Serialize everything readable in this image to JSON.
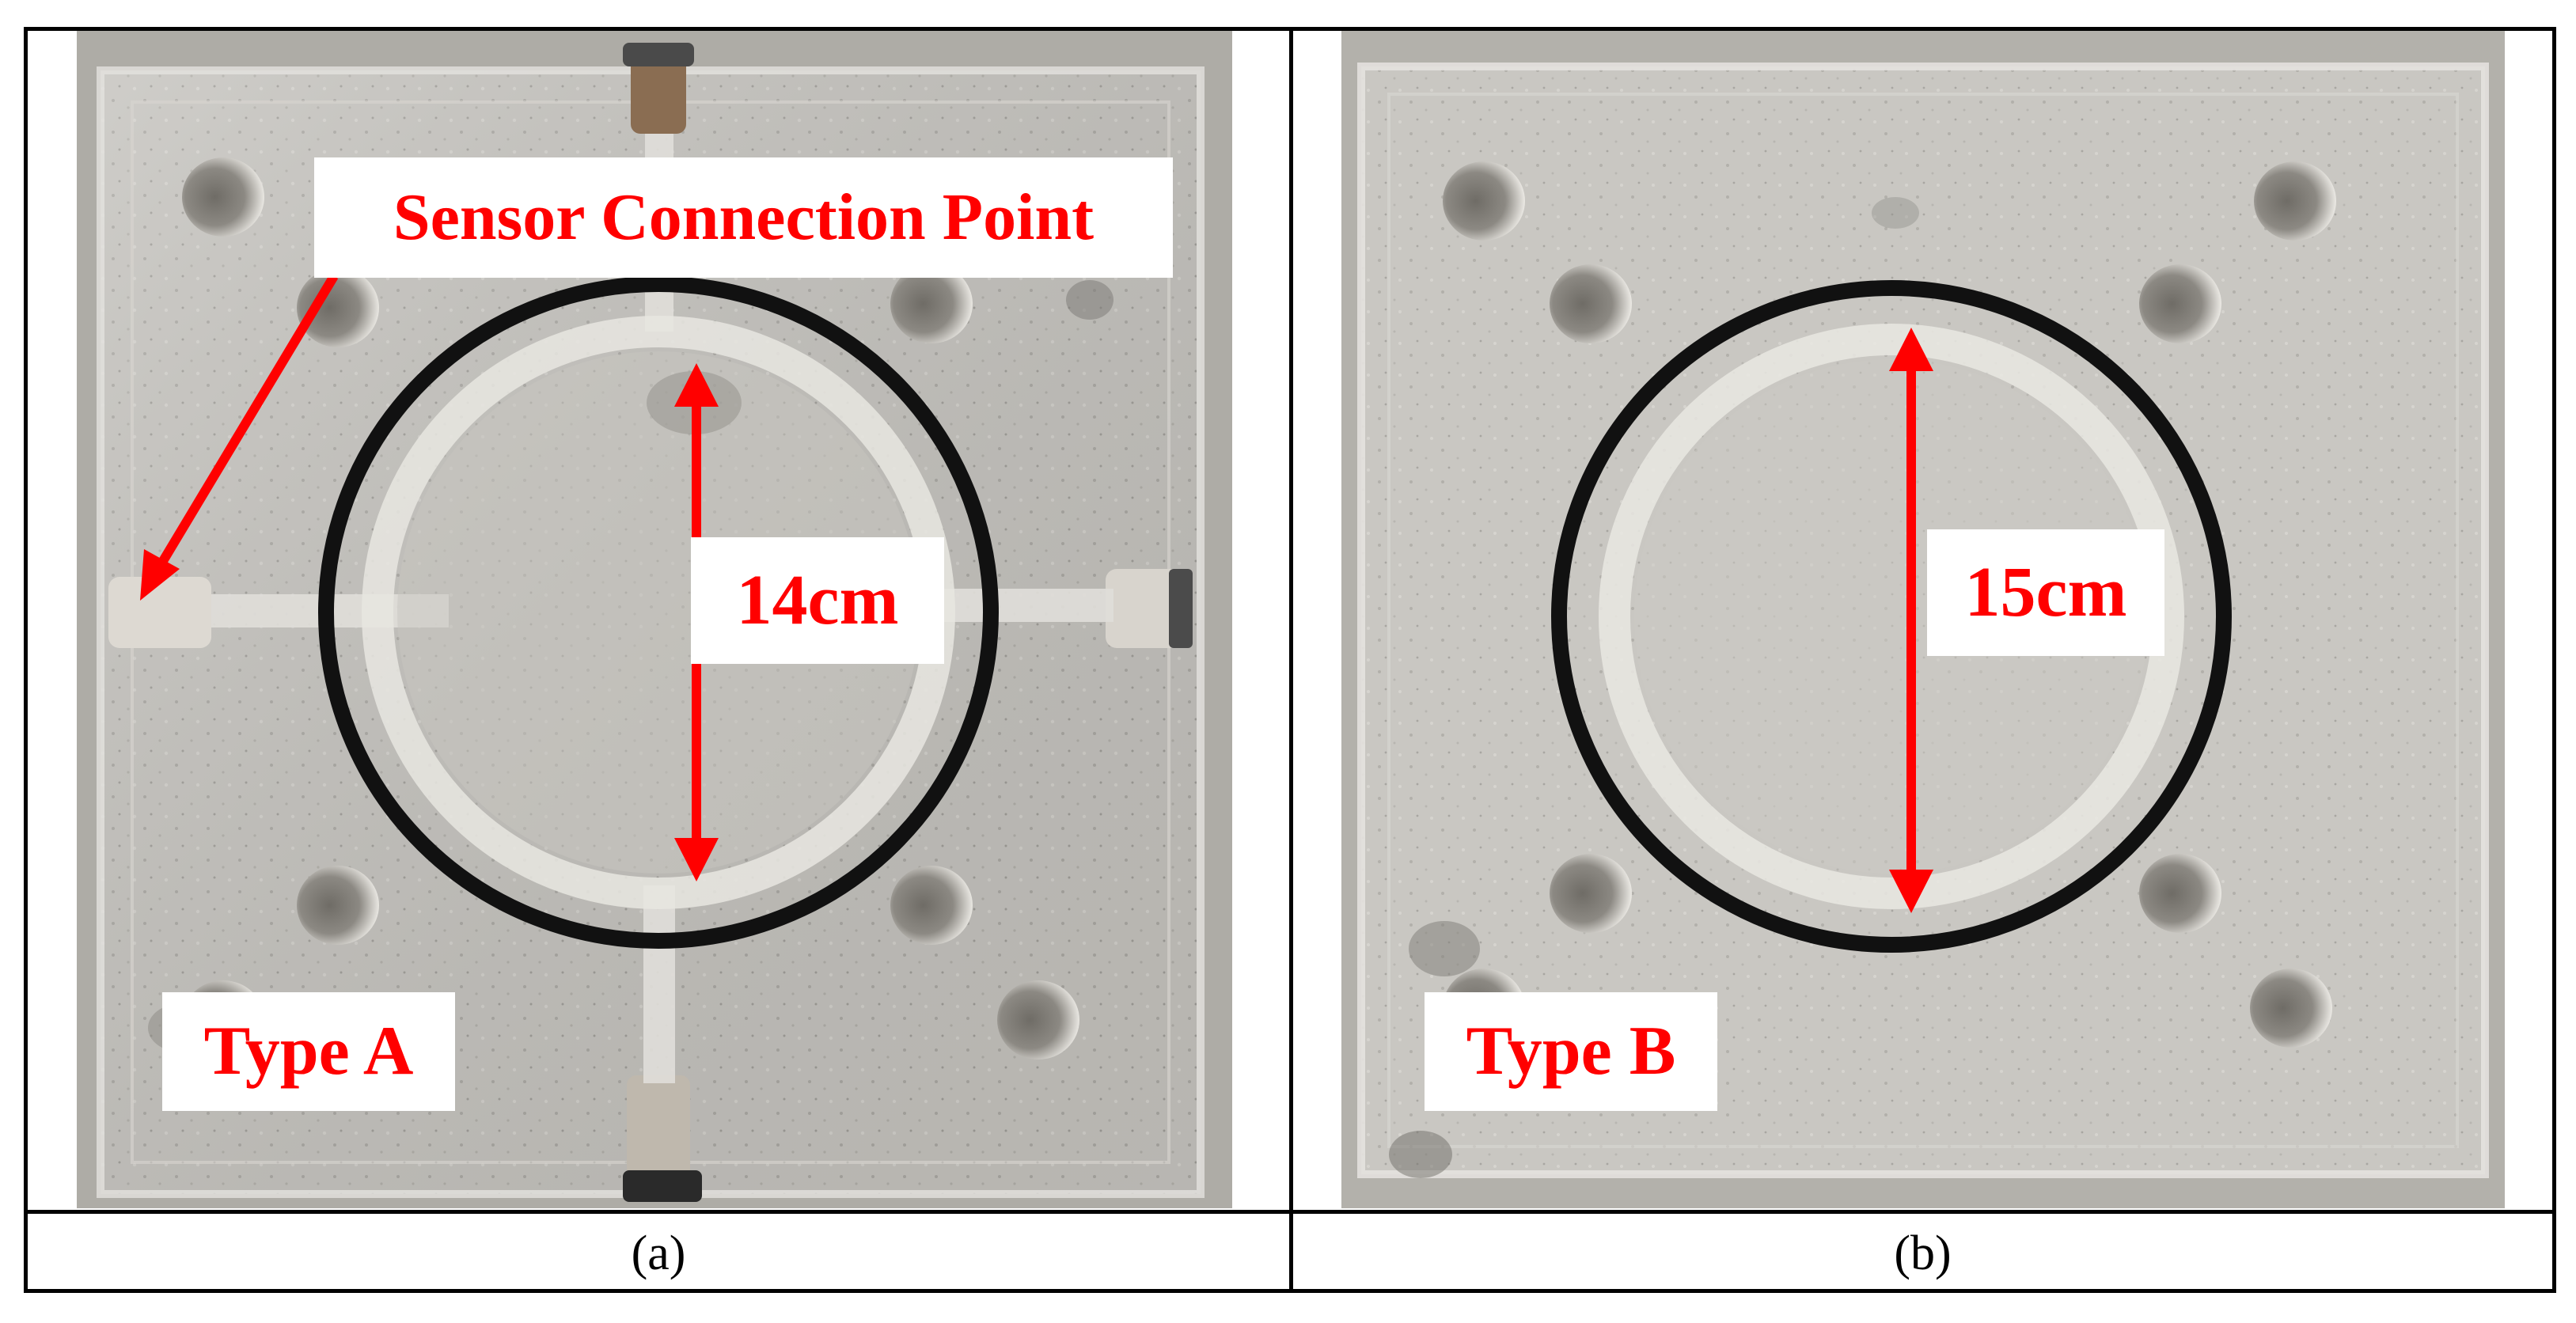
{
  "panel_a": {
    "caption": "(a)",
    "annotation_sensor": "Sensor Connection Point",
    "annotation_diameter": "14cm",
    "annotation_type": "Type A"
  },
  "panel_b": {
    "caption": "(b)",
    "annotation_diameter": "15cm",
    "annotation_type": "Type B"
  },
  "colors": {
    "annotation": "#ff0000",
    "label_bg": "#ffffff",
    "acrylic_plate": "#c9c7c2",
    "background_concrete": "#b5b3ad",
    "o_ring": "#111111",
    "border": "#000000"
  }
}
